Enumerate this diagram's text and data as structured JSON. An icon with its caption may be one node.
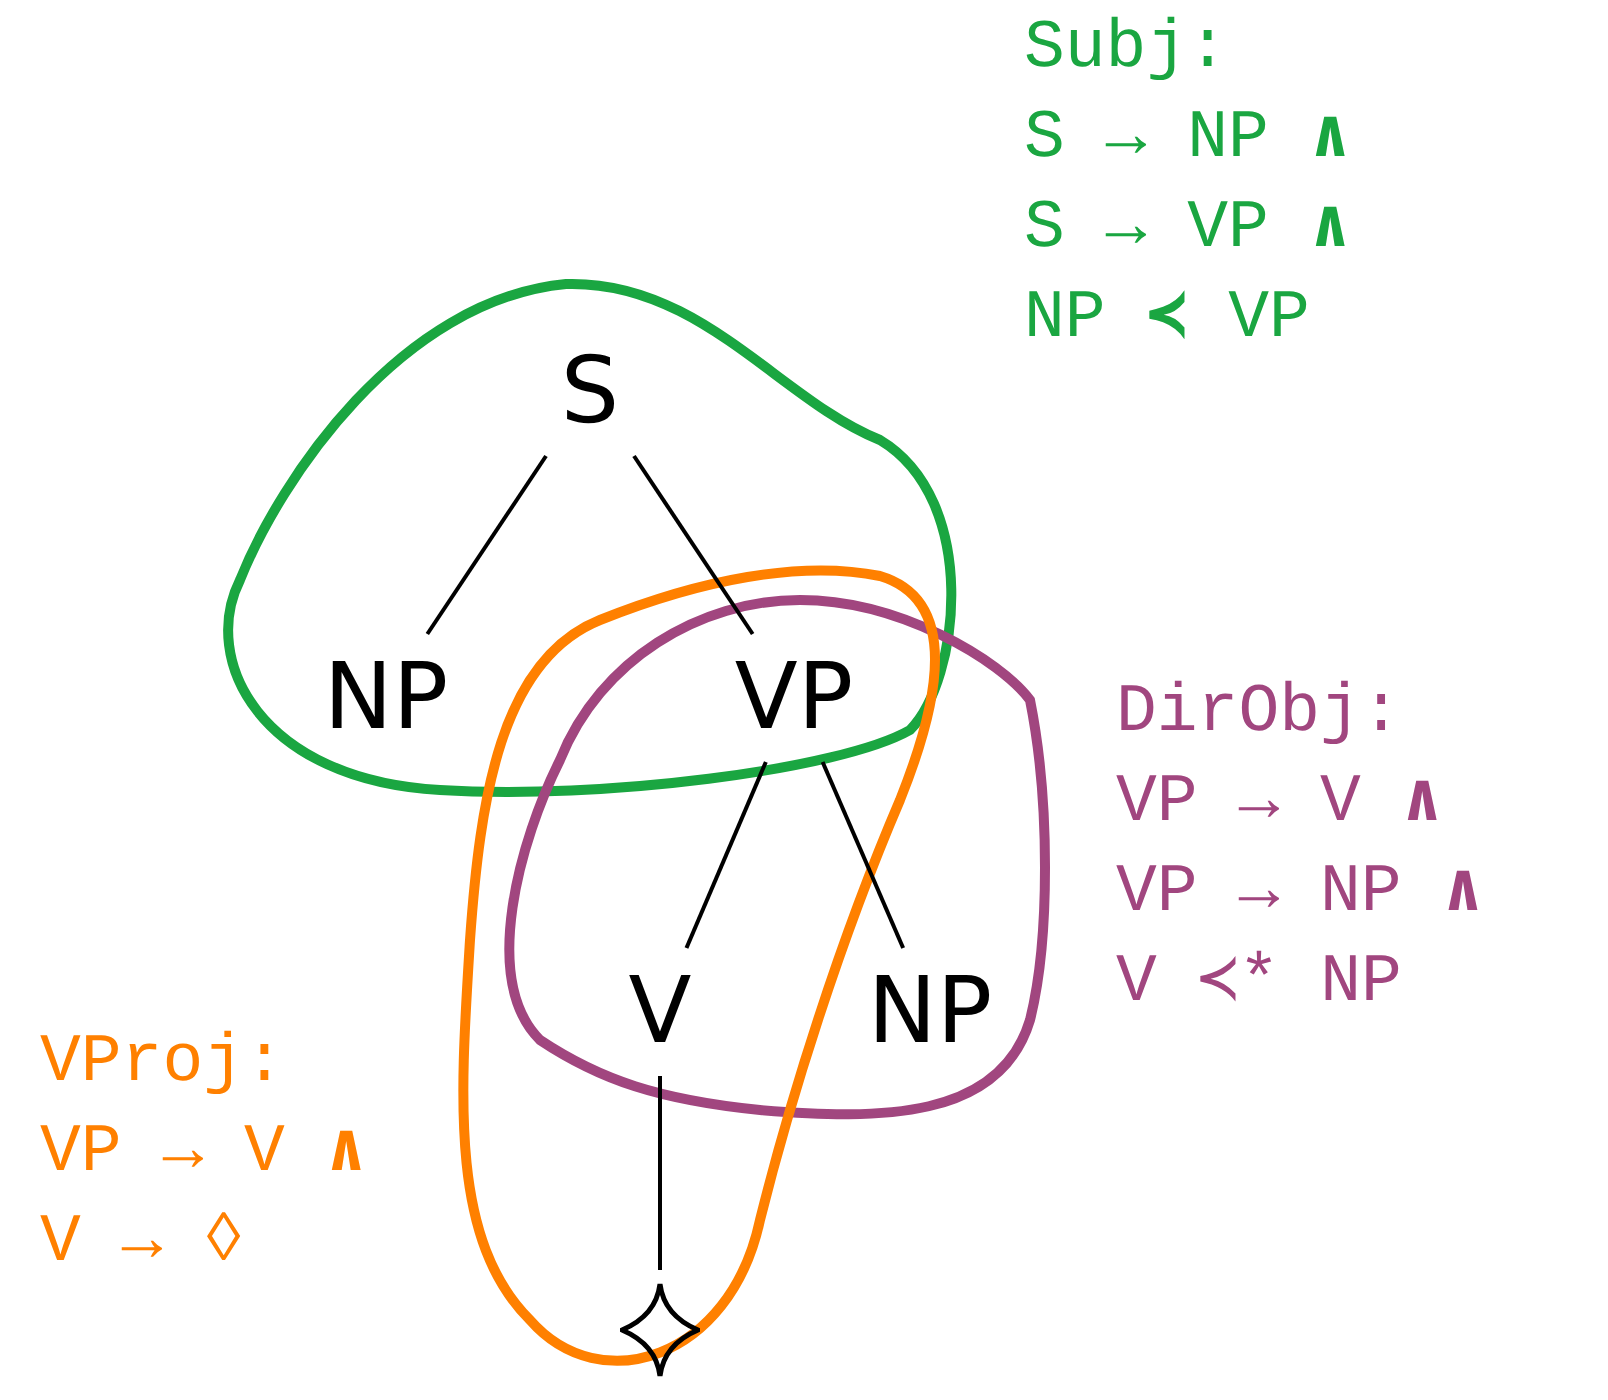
{
  "diagram": {
    "nodes": [
      {
        "text": [
          "S"
        ]
      },
      {
        "text": [
          "NP"
        ]
      },
      {
        "text": [
          "VP"
        ]
      },
      {
        "text": [
          "V"
        ]
      },
      {
        "text": [
          "NP"
        ]
      },
      {
        "text": [],
        "shape": "diamond"
      }
    ],
    "edges": [
      {
        "from": 0,
        "to": 1,
        "arrow": "none"
      },
      {
        "from": 0,
        "to": 2,
        "arrow": "none"
      },
      {
        "from": 2,
        "to": 3,
        "arrow": "none"
      },
      {
        "from": 2,
        "to": 4,
        "arrow": "none"
      },
      {
        "from": 3,
        "to": 5,
        "arrow": "none"
      }
    ],
    "labels": [
      "Subj:",
      "S → NP **∧**",
      "S → VP **∧**",
      "NP **≺** VP",
      "DirObj:",
      "VP → V **∧**",
      "VP → NP **∧**",
      "V ≺* NP",
      "VProj:",
      "VP → V **∧**",
      "V → ◊"
    ]
  }
}
